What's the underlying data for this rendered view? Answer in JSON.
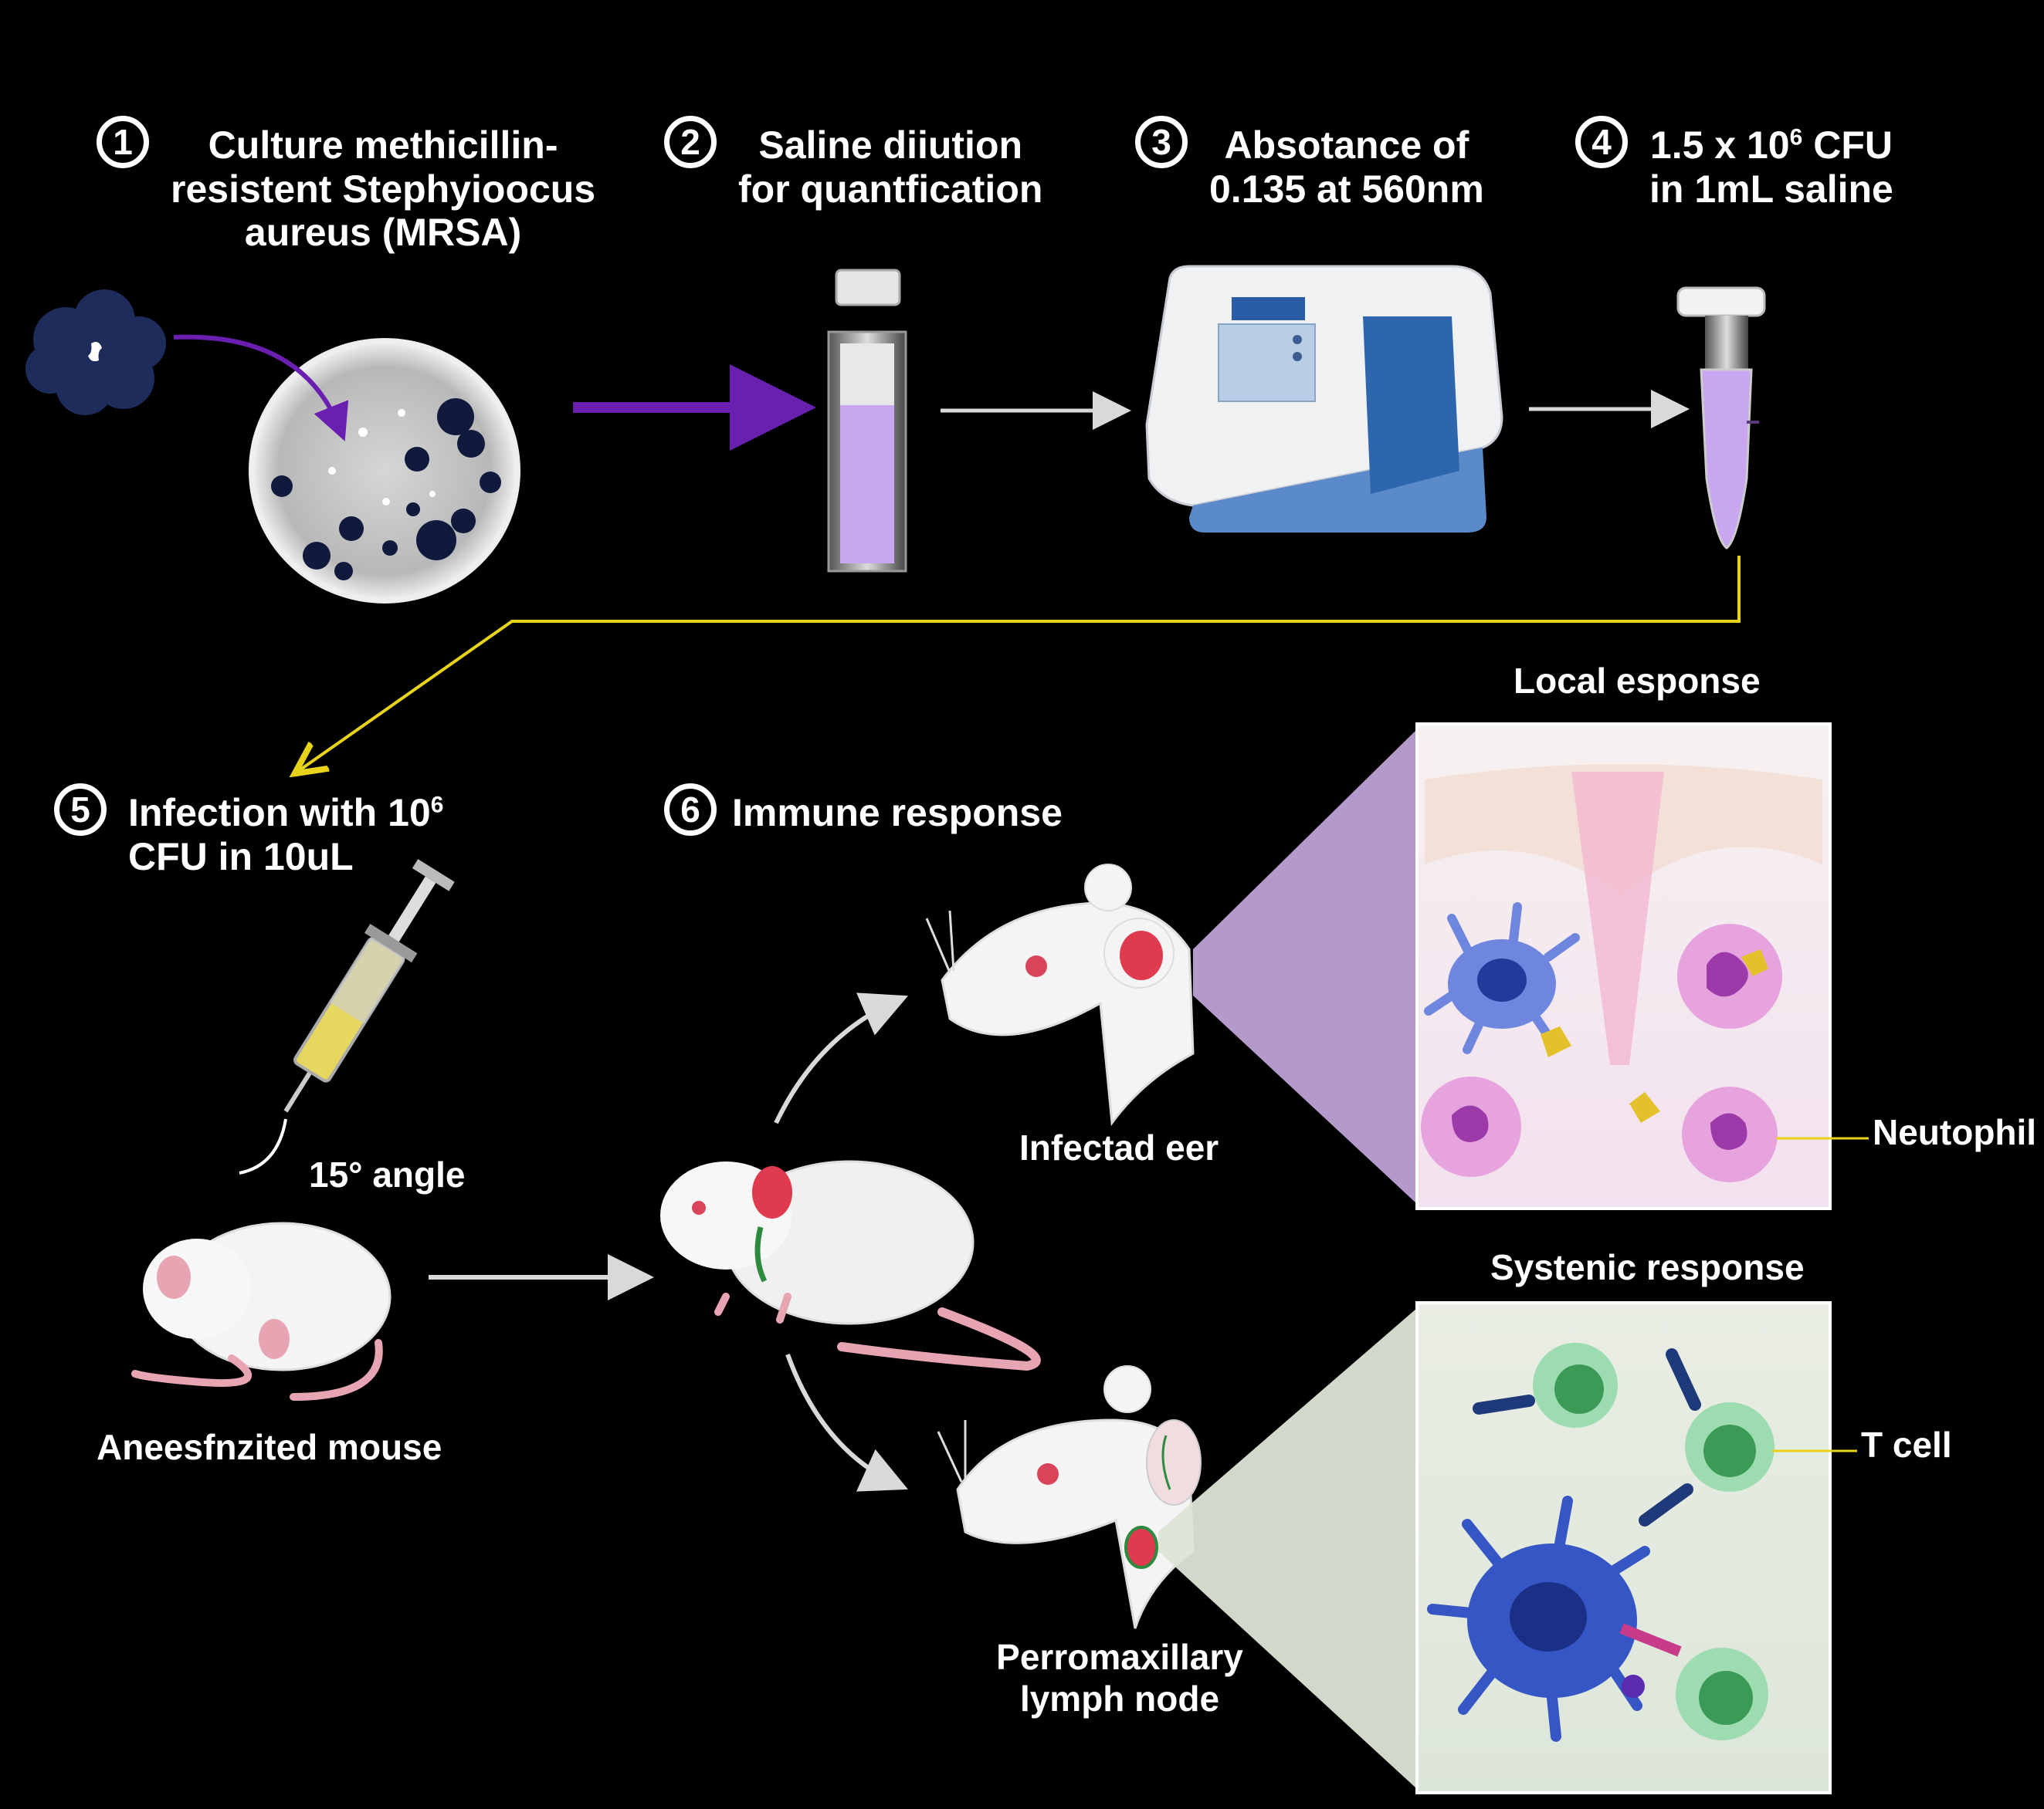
{
  "steps": [
    {
      "num": "1",
      "lines": [
        "Culture methicillin-",
        "resistent Stephyioocus",
        "aureus (MRSA)"
      ]
    },
    {
      "num": "2",
      "lines": [
        "Saline diiution",
        "for quantfication"
      ]
    },
    {
      "num": "3",
      "lines": [
        "Absotance of",
        "0.135 at 560nm"
      ]
    },
    {
      "num": "4",
      "line1_pre": "1.5 x 10",
      "line1_sup": "6",
      "line1_post": " CFU",
      "line2": "in 1mL saline"
    },
    {
      "num": "5",
      "line1_pre": "Infection with 10",
      "line1_sup": "6",
      "line2": "CFU in 10uL"
    },
    {
      "num": "6",
      "lines": [
        "Immune response"
      ]
    }
  ],
  "labels": {
    "angle": "15° angle",
    "anesthetized_mouse": "Aneesfnzited mouse",
    "infected_ear": "Infectad eer",
    "lymph_node_line1": "Perromaxillary",
    "lymph_node_line2": "lymph node",
    "local_response": "Local esponse",
    "systemic_response": "Systenic response",
    "neutrophil": "Neutophil",
    "t_cell": "T cell"
  },
  "colors": {
    "background": "#000000",
    "arrow_purple": "#6a1fb0",
    "arrow_grey": "#d9d9d9",
    "connector_yellow": "#e8d21a",
    "bacteria_navy": "#1d2c5a",
    "liquid_lavender": "#c9a6f0",
    "neutrophil_pink": "#e7a3dd",
    "neutrophil_nucleus": "#9b3aa8",
    "tcell_green": "#7fcf95",
    "dendritic_blue": "#2f4fb8",
    "mouse_white": "#f4f4f4",
    "ear_red": "#e03a4f"
  },
  "icons": [
    "bacteria-cluster-icon",
    "petri-dish-icon",
    "cuvette-icon",
    "spectrophotometer-icon",
    "microtube-icon",
    "syringe-icon",
    "mouse-icon",
    "neutrophil-icon",
    "t-cell-icon",
    "dendritic-cell-icon"
  ]
}
